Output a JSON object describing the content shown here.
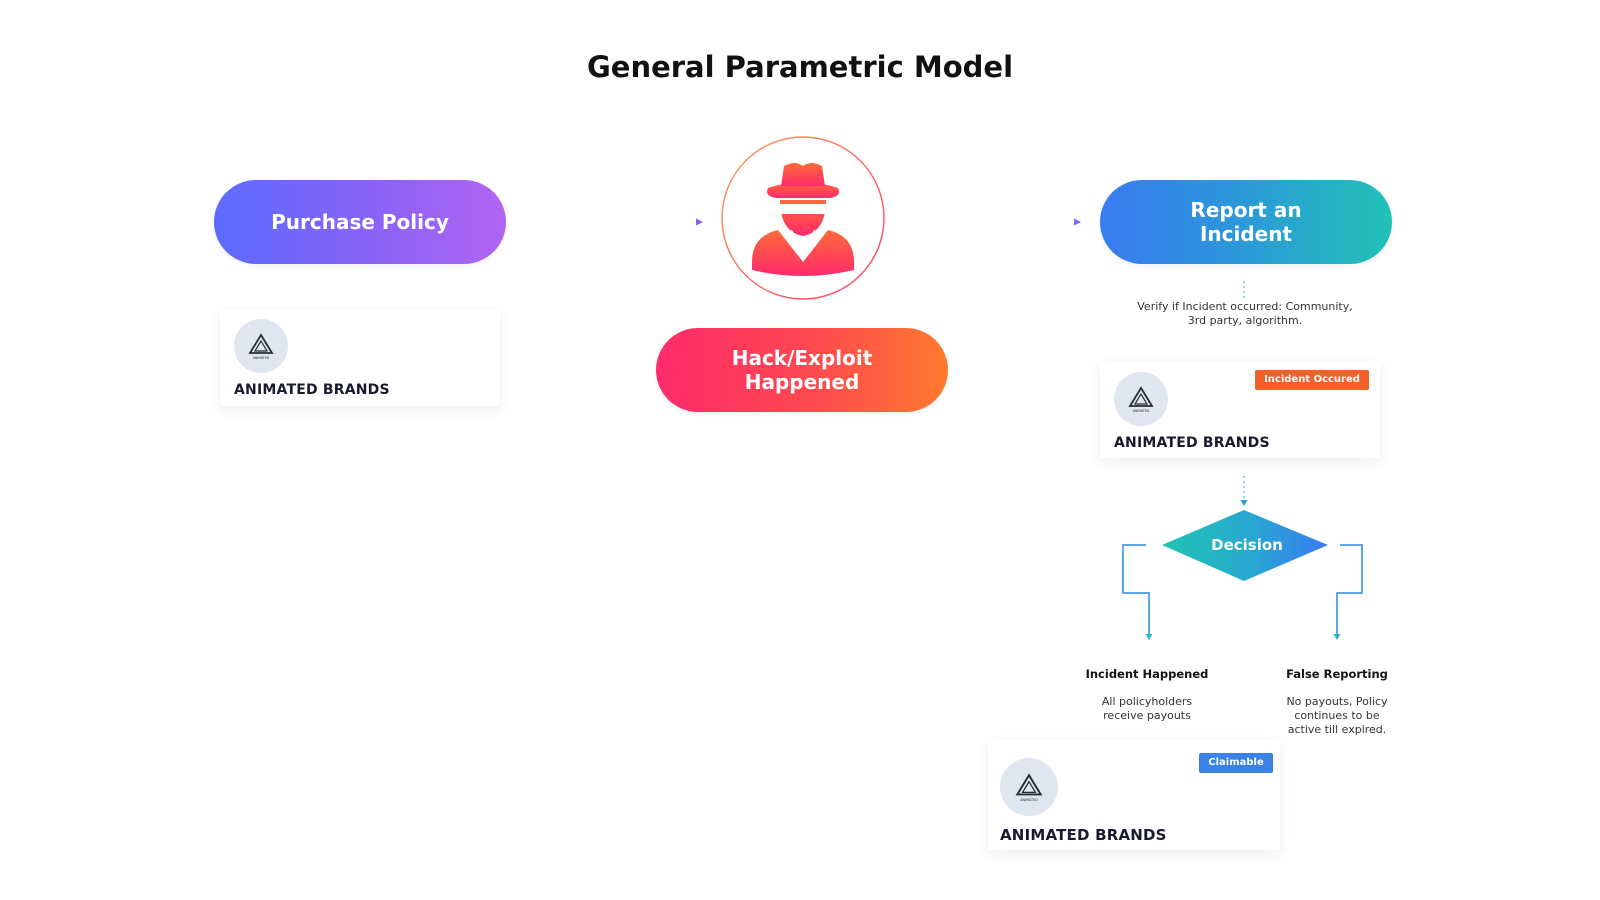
{
  "title": "General Parametric Model",
  "nodes": {
    "purchase": "Purchase Policy",
    "hack": "Hack/Exploit Happened",
    "report": "Report an Incident",
    "decision": "Decision"
  },
  "verify_text": "Verify if Incident occurred: Community, 3rd party, algorithm.",
  "cards": {
    "brand_name": "ANIMATED BRANDS",
    "logo_caption": "ANIMATED",
    "badge_incident": "Incident Occured",
    "badge_claimable": "Claimable"
  },
  "outcomes": {
    "left": {
      "title": "Incident Happened",
      "desc": "All policyholders receive payouts"
    },
    "right": {
      "title": "False Reporting",
      "desc": "No payouts, Policy continues to be active till expired."
    }
  },
  "icons": {
    "hacker": "hacker-icon",
    "logo": "animated-brands-logo"
  },
  "colors": {
    "purchase_gradient": [
      "#5b6bff",
      "#b064f2"
    ],
    "hack_gradient": [
      "#ff2a6b",
      "#ff7a2e"
    ],
    "report_gradient": [
      "#3a7bf2",
      "#21c2b6"
    ],
    "badge_incident": "#f0612a",
    "badge_claimable": "#3b82e6"
  }
}
